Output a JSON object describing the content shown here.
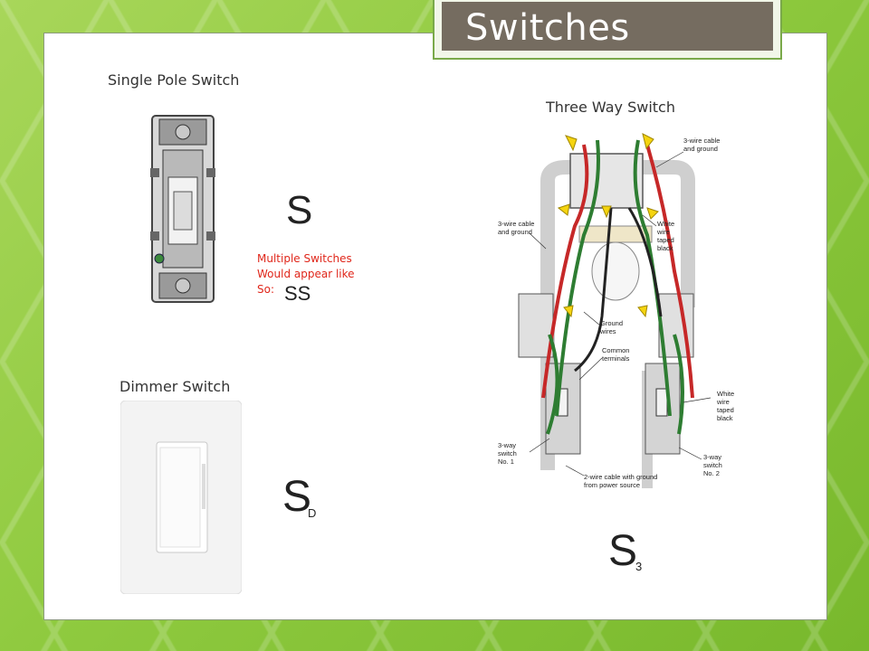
{
  "title": "Switches",
  "single_pole": {
    "label": "Single Pole Switch",
    "symbol": "S"
  },
  "multiple": {
    "note_lines": [
      "Multiple Switches",
      "Would appear like",
      "So:"
    ],
    "symbol": "SS"
  },
  "three_way": {
    "label": "Three Way Switch",
    "symbol": "S",
    "subscript": "3",
    "diagram_labels": {
      "cable_top": [
        "3-wire cable",
        "and ground"
      ],
      "cable_left": [
        "3-wire cable",
        "and ground"
      ],
      "white_taped_top": [
        "White",
        "wire",
        "taped",
        "black"
      ],
      "ground_wires": [
        "Ground",
        "wires"
      ],
      "common_terminals": [
        "Common",
        "terminals"
      ],
      "white_taped_right": [
        "White",
        "wire",
        "taped",
        "black"
      ],
      "switch1": [
        "3-way",
        "switch",
        "No. 1"
      ],
      "switch2": [
        "3-way",
        "switch",
        "No. 2"
      ],
      "power": [
        "2-wire cable with ground",
        "from power source"
      ]
    }
  },
  "dimmer": {
    "label": "Dimmer Switch",
    "symbol": "S",
    "subscript": "D"
  },
  "colors": {
    "title_bg": "#756c60",
    "accent": "#8fca3f",
    "note_red": "#e0271b"
  }
}
